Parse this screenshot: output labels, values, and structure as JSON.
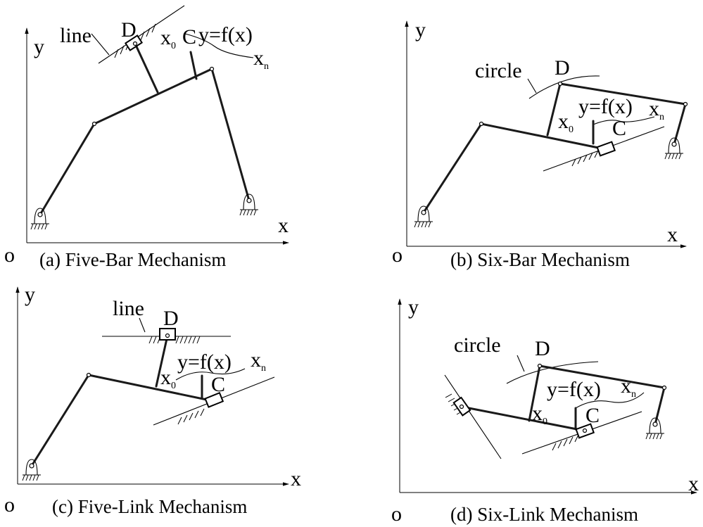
{
  "panels": [
    {
      "caption": "(a) Five-Bar Mechanism",
      "origin": "o",
      "x_axis": "x",
      "y_axis": "y",
      "guide_label": "line",
      "point_d": "D",
      "point_c": "C",
      "function": "y=f(x)",
      "x_start": "x",
      "x_start_sub": "0",
      "x_end": "x",
      "x_end_sub": "n"
    },
    {
      "caption": "(b) Six-Bar Mechanism",
      "origin": "o",
      "x_axis": "x",
      "y_axis": "y",
      "guide_label": "circle",
      "point_d": "D",
      "point_c": "C",
      "function": "y=f(x)",
      "x_start": "x",
      "x_start_sub": "0",
      "x_end": "x",
      "x_end_sub": "n"
    },
    {
      "caption": "(c) Five-Link Mechanism",
      "origin": "o",
      "x_axis": "x",
      "y_axis": "y",
      "guide_label": "line",
      "point_d": "D",
      "point_c": "C",
      "function": "y=f(x)",
      "x_start": "x",
      "x_start_sub": "0",
      "x_end": "x",
      "x_end_sub": "n"
    },
    {
      "caption": "(d) Six-Link Mechanism",
      "origin": "o",
      "x_axis": "x",
      "y_axis": "y",
      "guide_label": "circle",
      "point_d": "D",
      "point_c": "C",
      "function": "y=f(x)",
      "x_start": "x",
      "x_start_sub": "0",
      "x_end": "x",
      "x_end_sub": "n"
    }
  ]
}
